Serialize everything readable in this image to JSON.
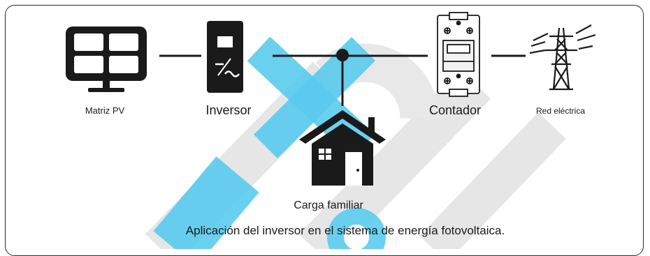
{
  "labels": {
    "pv_array": "Matriz PV",
    "inverter": "Inversor",
    "meter": "Contador",
    "grid": "Red eléctrica",
    "house": "Carga familiar"
  },
  "caption": "Aplicación del inversor en el sistema de energía fotovoltaica.",
  "icons": {
    "pv_array": "solar-panel-icon",
    "inverter": "inverter-icon",
    "meter": "energy-meter-icon",
    "grid": "transmission-tower-icon",
    "house": "house-icon"
  },
  "colors": {
    "ink": "#1a1a1a",
    "watermark_cyan": "#3ec3ee",
    "watermark_gray": "#e3e3e3"
  }
}
